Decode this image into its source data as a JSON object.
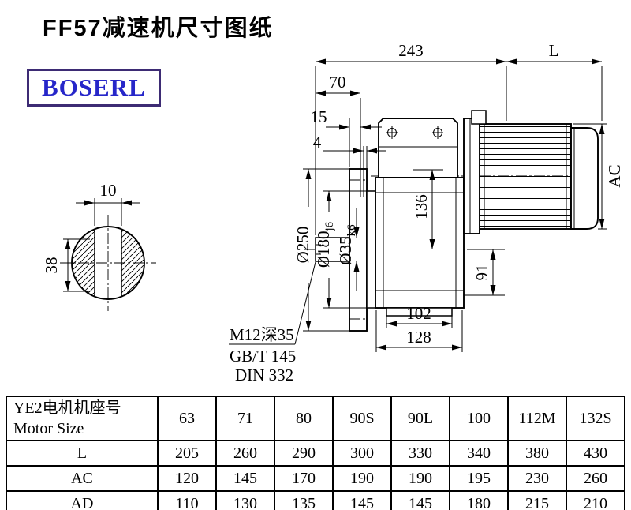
{
  "page": {
    "title": "FF57减速机尺寸图纸",
    "brand": "BOSERL"
  },
  "drawing": {
    "dims": {
      "total_length": "243",
      "motor_length": "L",
      "d70": "70",
      "d15": "15",
      "d4": "4",
      "key_width": "10",
      "key_height": "38",
      "flange_dia": "Ø250",
      "spigot_dia": "Ø180",
      "spigot_tol": "j6",
      "shaft_dia": "Ø35",
      "shaft_tol": "k6",
      "d136": "136",
      "motor_dia": "AC",
      "d91": "91",
      "d102": "102",
      "d128": "128",
      "tap": "M12深35",
      "std1": "GB/T 145",
      "std2": "DIN 332"
    }
  },
  "table": {
    "row_header_line1": "YE2电机机座号",
    "row_header_line2": "Motor Size",
    "motor_sizes": [
      "63",
      "71",
      "80",
      "90S",
      "90L",
      "100",
      "112M",
      "132S"
    ],
    "rows": [
      {
        "label": "L",
        "values": [
          "205",
          "260",
          "290",
          "300",
          "330",
          "340",
          "380",
          "430"
        ]
      },
      {
        "label": "AC",
        "values": [
          "120",
          "145",
          "170",
          "190",
          "190",
          "195",
          "230",
          "260"
        ]
      },
      {
        "label": "AD",
        "values": [
          "110",
          "130",
          "135",
          "145",
          "145",
          "180",
          "215",
          "210"
        ]
      }
    ]
  }
}
